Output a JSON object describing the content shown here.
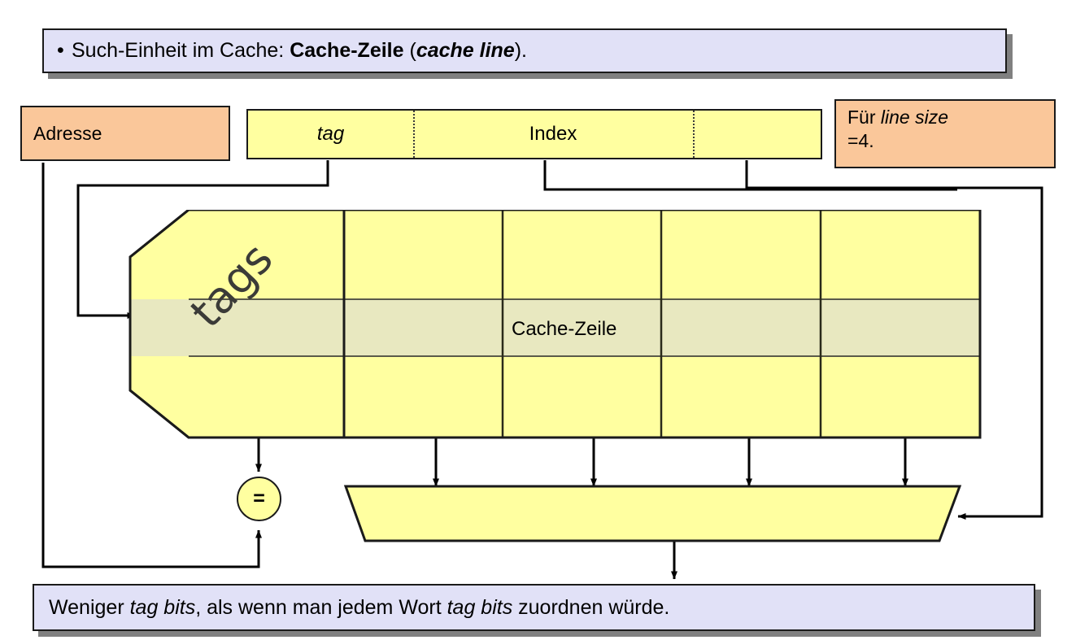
{
  "slide": {
    "top_banner": {
      "bullet": "•",
      "prefix": "Such-Einheit im Cache: ",
      "bold_term": "Cache-Zeile",
      "paren_open": " (",
      "bold_italic_term": "cache line",
      "paren_close": ")."
    },
    "bottom_banner": {
      "part1": "Weniger ",
      "italic1": "tag bits",
      "part2": ", als wenn man jedem Wort ",
      "italic2": "tag bits",
      "part3": " zuordnen würde."
    }
  },
  "address": {
    "label": "Adresse",
    "segments": [
      {
        "label": "tag",
        "style": "italic"
      },
      {
        "label": "Index",
        "style": "normal"
      },
      {
        "label": "",
        "style": "normal"
      }
    ]
  },
  "note": {
    "line1_prefix": "Für ",
    "line1_italic": "line size",
    "line2": "=4."
  },
  "cache": {
    "tags_label": "tags",
    "line_label": "Cache-Zeile",
    "columns": 4,
    "rows": 3,
    "highlight_row_index": 1
  },
  "comparator": {
    "label": "="
  },
  "mux": {
    "label": ""
  },
  "colors": {
    "banner_fill": "#e1e1f7",
    "banner_shadow": "#808080",
    "peach_fill": "#fac79a",
    "cache_fill": "#ffffa0",
    "cache_highlight_fill": "#e8e8c0",
    "outline": "#1a1a1a",
    "text": "#000000"
  }
}
